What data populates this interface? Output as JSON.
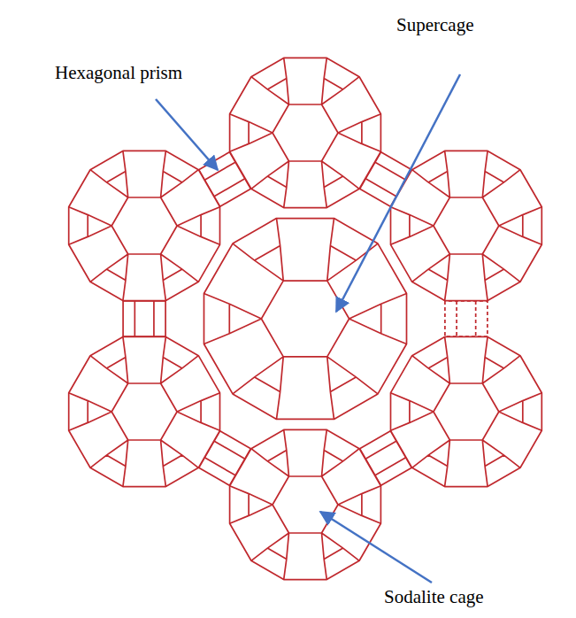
{
  "diagram": {
    "labels": [
      "Hexagonal prism",
      "Supercage",
      "Sodalite cage"
    ]
  }
}
